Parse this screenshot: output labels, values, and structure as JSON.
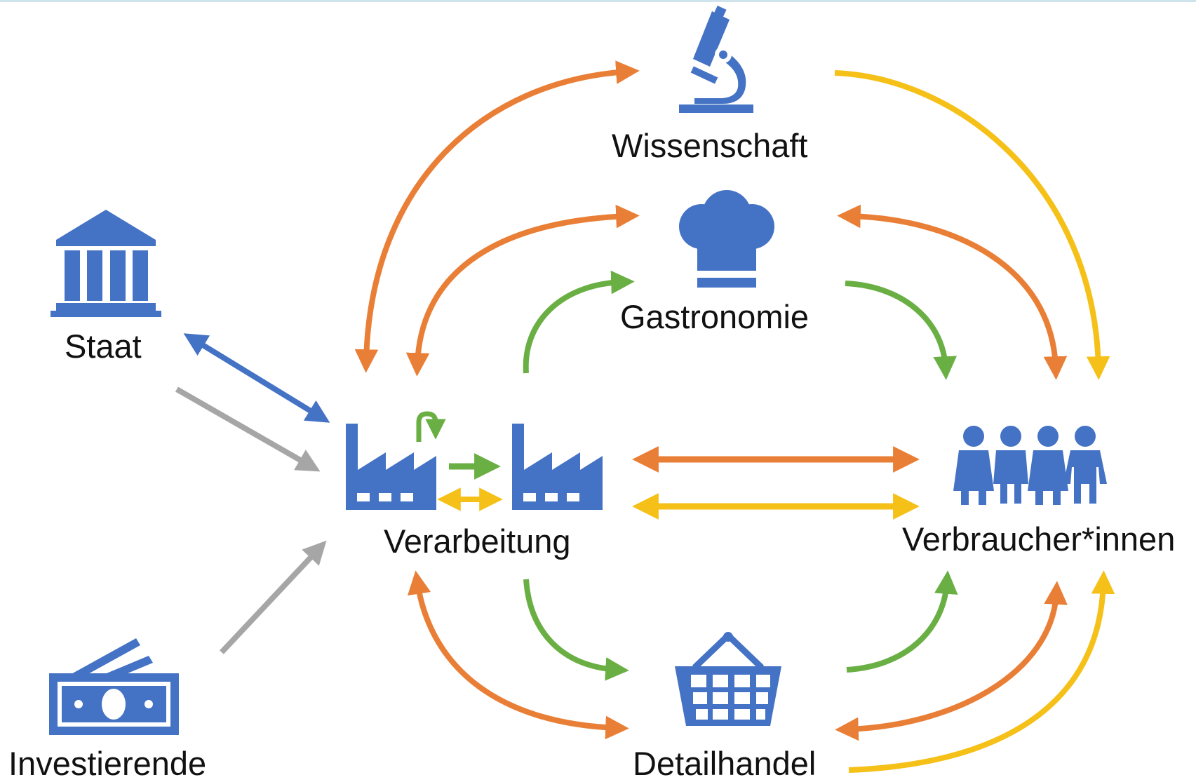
{
  "colors": {
    "actor_blue": "#4472C4",
    "orange": "#E97F36",
    "yellow": "#F5C018",
    "green": "#6AAF44",
    "grey": "#A6A6A6"
  },
  "nodes": {
    "staat": {
      "label": "Staat",
      "icon": "government-building-icon"
    },
    "investierende": {
      "label": "Investierende",
      "icon": "banknotes-icon"
    },
    "verarbeitung": {
      "label": "Verarbeitung",
      "icon": "factory-icon"
    },
    "wissenschaft": {
      "label": "Wissenschaft",
      "icon": "microscope-icon"
    },
    "gastronomie": {
      "label": "Gastronomie",
      "icon": "chef-hat-icon"
    },
    "detailhandel": {
      "label": "Detailhandel",
      "icon": "shopping-basket-icon"
    },
    "verbraucher": {
      "label": "Verbraucher*innen",
      "icon": "people-group-icon"
    }
  }
}
